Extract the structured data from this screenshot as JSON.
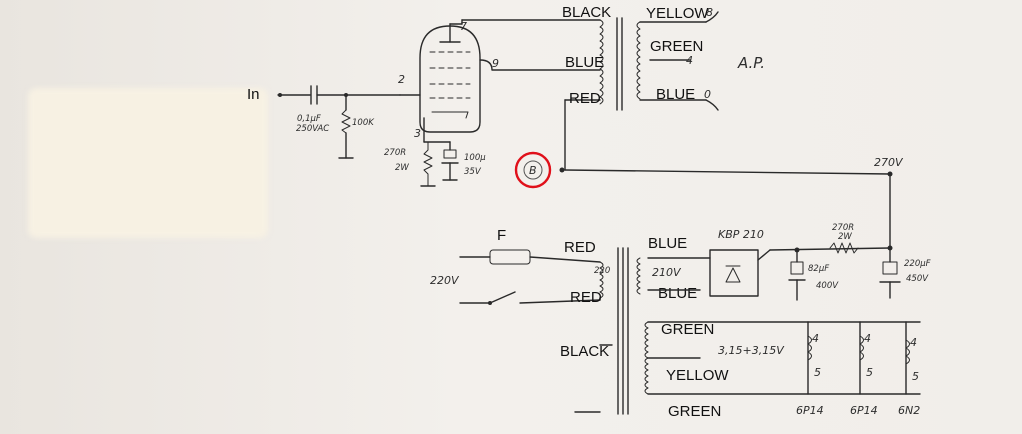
{
  "input_label": "In",
  "capacitor_in": {
    "value": "0,1µF",
    "rating": "250VAC"
  },
  "grid_resistor": "100K",
  "pins": {
    "p7": "7",
    "p9": "9",
    "p2": "2",
    "p3": "3"
  },
  "cathode_resistor": {
    "value": "270R",
    "power": "2W"
  },
  "cathode_cap": {
    "value": "100µ",
    "voltage": "35V"
  },
  "output_transformer": {
    "black": "BLACK",
    "blue": "BLUE",
    "red": "RED",
    "yellow": "YELLOW",
    "green": "GREEN",
    "blue2": "BLUE",
    "tap8": "8",
    "tap4": "4",
    "tap0": "0"
  },
  "speaker_label": "A.P.",
  "b_marker": "B",
  "b_voltage": "270V",
  "fuse_label": "F",
  "mains_label": "220V",
  "power_transformer": {
    "red_top": "RED",
    "red_bottom": "RED",
    "primary_tap": "220",
    "blue_top": "BLUE",
    "secondary_label": "210V",
    "blue_bottom": "BLUE",
    "black": "BLACK",
    "green_top": "GREEN",
    "heater_label": "3,15+3,15V",
    "yellow": "YELLOW",
    "green_bottom": "GREEN"
  },
  "rectifier": "KBP 210",
  "filter_resistor": {
    "value": "270R",
    "power": "2W"
  },
  "filter_cap1": {
    "value": "82µF",
    "voltage": "400V"
  },
  "filter_cap2": {
    "value": "220µF",
    "voltage": "450V"
  },
  "tubes": [
    {
      "name": "6P14",
      "pin_a": "4",
      "pin_b": "5"
    },
    {
      "name": "6P14",
      "pin_a": "4",
      "pin_b": "5"
    },
    {
      "name": "6N2",
      "pin_a": "4",
      "pin_b": "5"
    }
  ]
}
